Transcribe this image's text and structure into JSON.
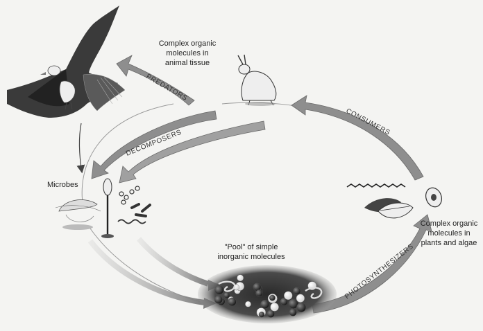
{
  "labels": {
    "animal_tissue": [
      "Complex organic",
      "molecules in",
      "animal tissue"
    ],
    "microbes": "Microbes",
    "pool": [
      "\"Pool\" of simple",
      "inorganic molecules"
    ],
    "plants": [
      "Complex organic",
      "molecules in",
      "plants and algae"
    ]
  },
  "arrows": {
    "predators": "PREDATORS",
    "consumers": "CONSUMERS",
    "decomposers": "DECOMPOSERS",
    "photosynthesizers": "PHOTOSYNTHESIZERS"
  },
  "colors": {
    "arrow_fill": "#8a8a8a",
    "arrow_dark": "#5a5a5a",
    "ink": "#222222",
    "pool": "#3a3a3a"
  }
}
